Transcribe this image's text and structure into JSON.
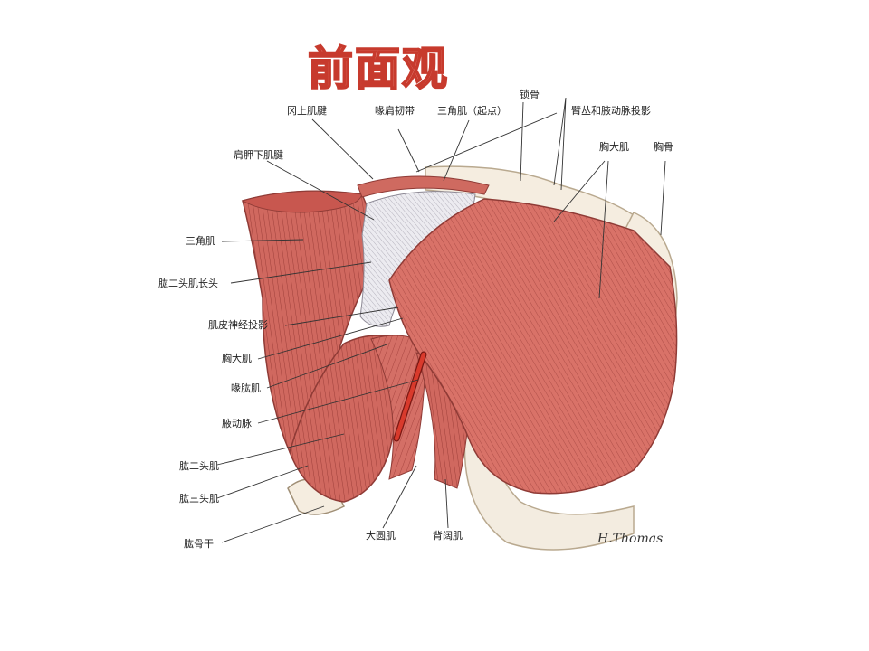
{
  "title": "前面观",
  "signature": "H.Thomas",
  "colors": {
    "muscle": "#d46f66",
    "muscle_dark": "#b04a45",
    "bone": "#f5ede0",
    "tendon": "#e9e6ea",
    "artery": "#c8281e",
    "title_fill": "#f2a99f",
    "title_stroke": "#c73a2d"
  },
  "labels": {
    "supraspinatus_tendon": "冈上肌腱",
    "coracoacromial_ligament": "喙肩韧带",
    "deltoid_origin": "三角肌（起点）",
    "clavicle": "锁骨",
    "brachial_plexus_projection": "臂丛和腋动脉投影",
    "subscapularis_tendon": "肩胛下肌腱",
    "pectoralis_major_right": "胸大肌",
    "sternum": "胸骨",
    "deltoid": "三角肌",
    "biceps_long_head": "肱二头肌长头",
    "musculocutaneous_projection": "肌皮神经投影",
    "pectoralis_major_left": "胸大肌",
    "coracobrachialis": "喙肱肌",
    "axillary_artery": "腋动脉",
    "biceps": "肱二头肌",
    "triceps": "肱三头肌",
    "humerus_shaft": "肱骨干",
    "teres_major": "大圆肌",
    "latissimus_dorsi": "背阔肌"
  }
}
